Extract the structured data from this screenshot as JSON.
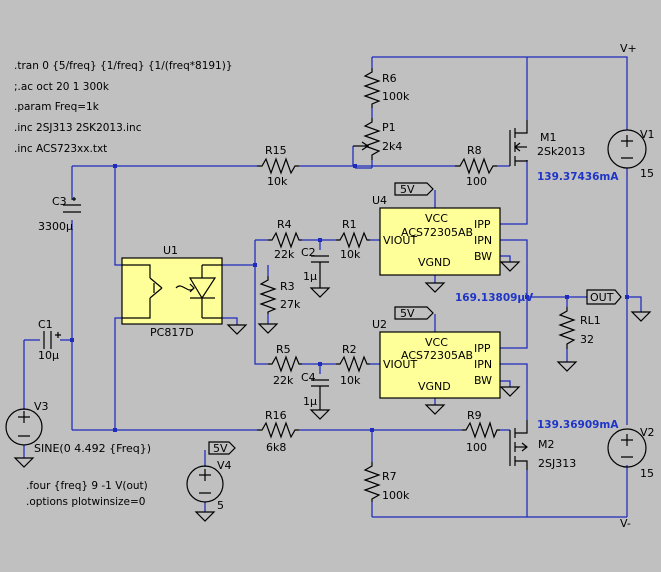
{
  "directives": [
    ".tran 0 {5/freq} {1/freq} {1/(freq*8191)}",
    ";.ac oct 20 1 300k",
    ".param Freq=1k",
    ".inc 2SJ313 2SK2013.inc",
    ".inc ACS723xx.txt",
    ".four {freq} 9 -1 V(out)",
    ".options plotwinsize=0"
  ],
  "components": {
    "R6": {
      "ref": "R6",
      "value": "100k"
    },
    "P1": {
      "ref": "P1",
      "value": "2k4"
    },
    "R15": {
      "ref": "R15",
      "value": "10k"
    },
    "R8": {
      "ref": "R8",
      "value": "100"
    },
    "M1": {
      "ref": "M1",
      "value": "2Sk2013"
    },
    "V1": {
      "ref": "V1",
      "value": "15"
    },
    "C3": {
      "ref": "C3",
      "value": "3300µ"
    },
    "U1": {
      "ref": "U1",
      "value": "PC817D"
    },
    "R4": {
      "ref": "R4",
      "value": "22k"
    },
    "R1": {
      "ref": "R1",
      "value": "10k"
    },
    "C2": {
      "ref": "C2",
      "value": "1µ"
    },
    "R3": {
      "ref": "R3",
      "value": "27k"
    },
    "U4": {
      "ref": "U4",
      "value": "ACS72305AB"
    },
    "U2": {
      "ref": "U2",
      "value": "ACS72305AB"
    },
    "C1": {
      "ref": "C1",
      "value": "10µ"
    },
    "R5": {
      "ref": "R5",
      "value": "22k"
    },
    "R2": {
      "ref": "R2",
      "value": "10k"
    },
    "C4": {
      "ref": "C4",
      "value": "1µ"
    },
    "RL1": {
      "ref": "RL1",
      "value": "32"
    },
    "V3": {
      "ref": "V3",
      "value": "SINE(0 4.492 {Freq})"
    },
    "R16": {
      "ref": "R16",
      "value": "6k8"
    },
    "R9": {
      "ref": "R9",
      "value": "100"
    },
    "M2": {
      "ref": "M2",
      "value": "2SJ313"
    },
    "V2": {
      "ref": "V2",
      "value": "15"
    },
    "V4": {
      "ref": "V4",
      "value": "5"
    },
    "R7": {
      "ref": "R7",
      "value": "100k"
    }
  },
  "ic_pins": {
    "vcc": "VCC",
    "viout": "VIOUT",
    "vgnd": "VGND",
    "ipp": "IPP",
    "ipn": "IPN",
    "bw": "BW"
  },
  "net_labels": {
    "vplus": "V+",
    "vminus": "V-",
    "out": "OUT",
    "v5_u4": "5V",
    "v5_u2": "5V",
    "v5_v4": "5V"
  },
  "annotations": {
    "m1_current": "139.37436mA",
    "m2_current": "139.36909mA",
    "out_voltage": "169.13809µV"
  }
}
